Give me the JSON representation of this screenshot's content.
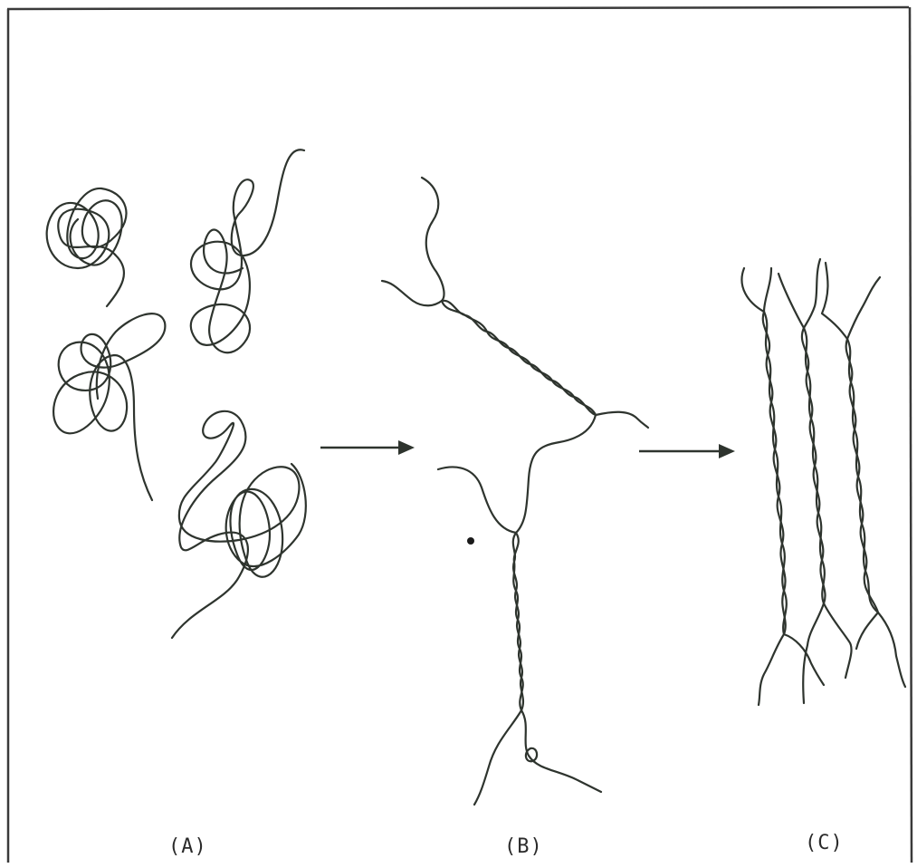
{
  "panels": [
    {
      "label": "(A)"
    },
    {
      "label": "(B)"
    },
    {
      "label": "(C)"
    }
  ],
  "colors": {
    "ink": "#2e342e",
    "paper": "#ffffff",
    "frame": "#3a3a3a"
  }
}
